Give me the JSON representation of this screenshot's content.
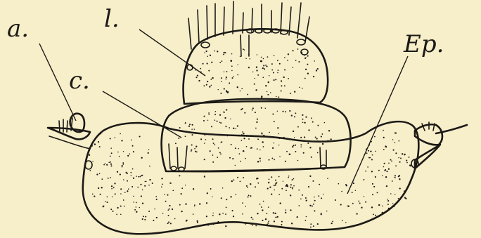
{
  "background_color": "#f7eeca",
  "ink_color": "#1c1a16",
  "labels": {
    "a": "a.",
    "l": "l.",
    "c": "c.",
    "ep": "Ep."
  }
}
